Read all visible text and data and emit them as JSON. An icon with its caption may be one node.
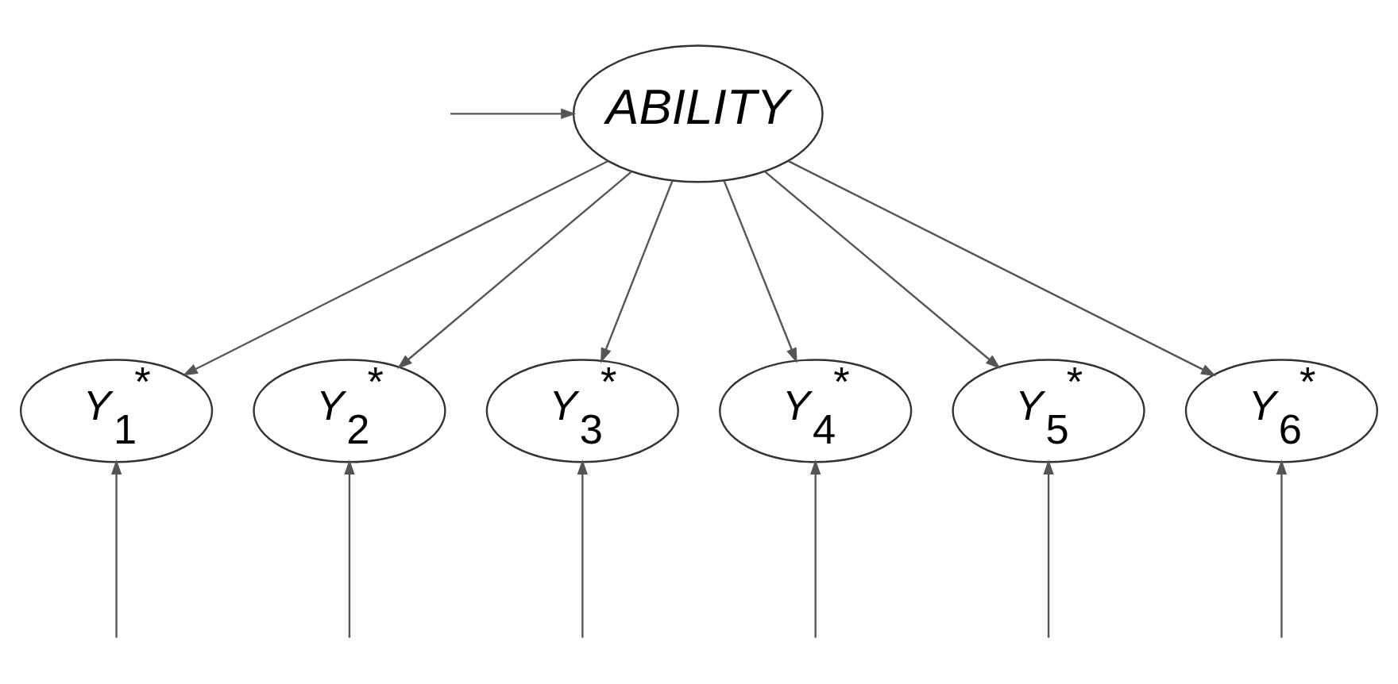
{
  "diagram": {
    "nodes": [
      {
        "text": [
          "ABILITY"
        ]
      },
      {
        "text": [
          "Y$_{1}$$^{*}$"
        ]
      },
      {
        "text": [
          "Y$_{2}$$^{*}$"
        ]
      },
      {
        "text": [
          "Y$_{3}$$^{*}$"
        ]
      },
      {
        "text": [
          "Y$_{4}$$^{*}$"
        ]
      },
      {
        "text": [
          "Y$_{5}$$^{*}$"
        ]
      },
      {
        "text": [
          "Y$_{6}$$^{*}$"
        ]
      }
    ],
    "edges": [
      {
        "from": null,
        "to": 0,
        "arrow": "to"
      },
      {
        "from": 0,
        "to": 1,
        "arrow": "to"
      },
      {
        "from": 0,
        "to": 2,
        "arrow": "to"
      },
      {
        "from": 0,
        "to": 3,
        "arrow": "to"
      },
      {
        "from": 0,
        "to": 4,
        "arrow": "to"
      },
      {
        "from": 0,
        "to": 5,
        "arrow": "to"
      },
      {
        "from": 0,
        "to": 6,
        "arrow": "to"
      },
      {
        "from": null,
        "to": 1,
        "arrow": "to"
      },
      {
        "from": null,
        "to": 2,
        "arrow": "to"
      },
      {
        "from": null,
        "to": 3,
        "arrow": "to"
      },
      {
        "from": null,
        "to": 4,
        "arrow": "to"
      },
      {
        "from": null,
        "to": 5,
        "arrow": "to"
      },
      {
        "from": null,
        "to": 6,
        "arrow": "to"
      }
    ]
  }
}
